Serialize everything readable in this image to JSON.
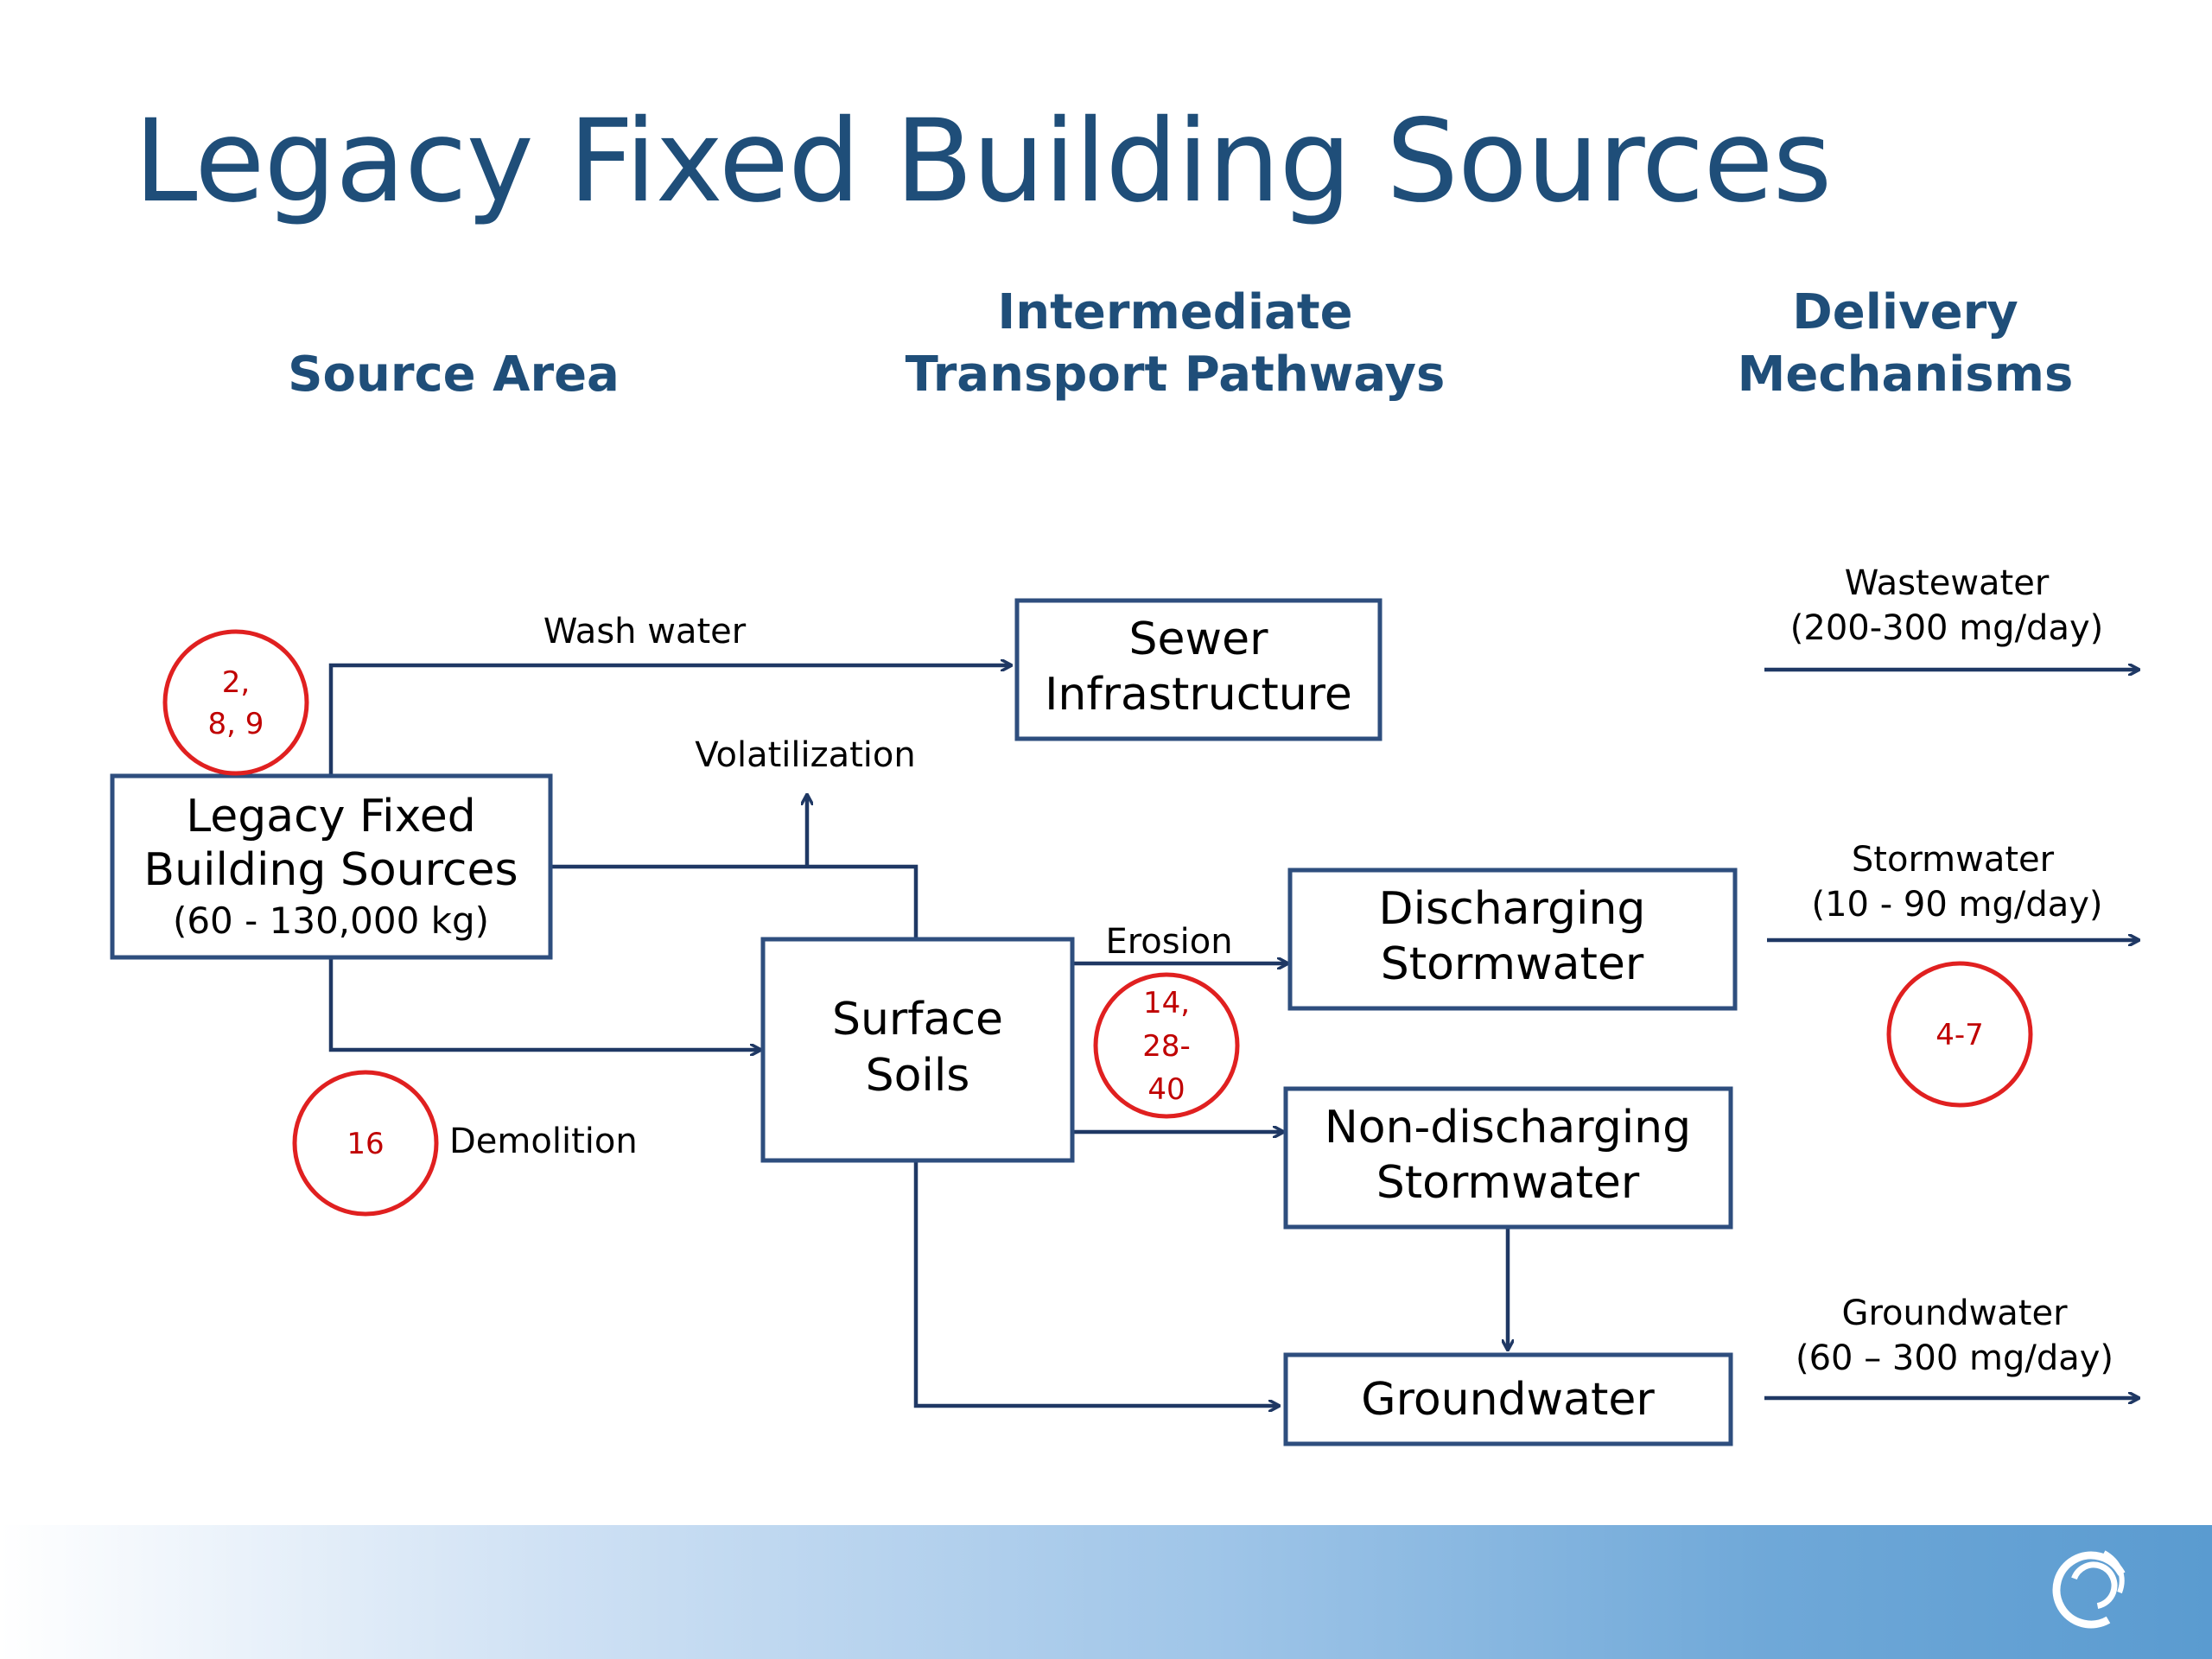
{
  "title": "Legacy Fixed Building Sources",
  "headers": {
    "source_area": "Source Area",
    "intermediate_line1": "Intermediate",
    "intermediate_line2": "Transport Pathways",
    "delivery_line1": "Delivery",
    "delivery_line2": "Mechanisms"
  },
  "nodes": {
    "source": {
      "line1": "Legacy Fixed",
      "line2": "Building Sources",
      "sub": "(60 - 130,000 kg)"
    },
    "sewer": {
      "line1": "Sewer",
      "line2": "Infrastructure"
    },
    "soils": {
      "line1": "Surface",
      "line2": "Soils"
    },
    "discharging": {
      "line1": "Discharging",
      "line2": "Stormwater"
    },
    "nondischarging": {
      "line1": "Non-discharging",
      "line2": "Stormwater"
    },
    "groundwater": {
      "label": "Groundwater"
    }
  },
  "edge_labels": {
    "wash_water": "Wash water",
    "volatilization": "Volatilization",
    "demolition": "Demolition",
    "erosion": "Erosion"
  },
  "delivery": {
    "wastewater": {
      "name": "Wastewater",
      "rate": "(200-300 mg/day)"
    },
    "stormwater": {
      "name": "Stormwater",
      "rate": "(10 - 90 mg/day)"
    },
    "groundwater": {
      "name": "Groundwater",
      "rate": "(60 – 300 mg/day)"
    }
  },
  "references": {
    "source": {
      "line1": "2,",
      "line2": "8, 9"
    },
    "demolition": "16",
    "erosion": {
      "line1": "14,",
      "line2": "28-",
      "line3": "40"
    },
    "stormwater": "4-7"
  },
  "colors": {
    "title": "#1f4e79",
    "box_border": "#2e4e7e",
    "arrow": "#1f3864",
    "reference_circle": "#e02020",
    "reference_text": "#c00000"
  },
  "icons": {
    "logo": "swirl-logo-icon"
  }
}
